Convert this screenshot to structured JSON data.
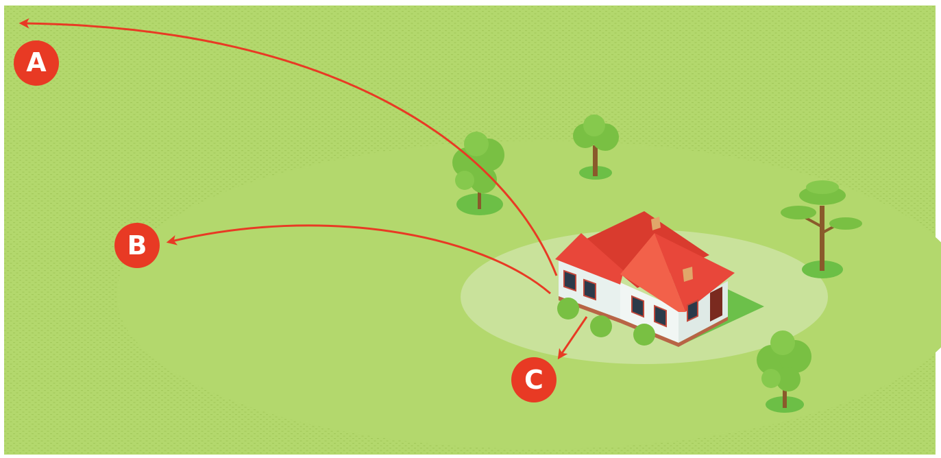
{
  "scene": {
    "colors": {
      "grass_dark": "#a8cf62",
      "grass_mid": "#b3d86d",
      "yard": "#c9e29b",
      "lawn_patch": "#6cc04a",
      "arrow": "#e83a24",
      "roof": "#e8473a",
      "roof_front": "#f2614a",
      "wall": "#f1f6f4",
      "tree": "#79c043",
      "trunk": "#8a5a2b"
    }
  },
  "markers": [
    {
      "id": "A",
      "label": "A"
    },
    {
      "id": "B",
      "label": "B"
    },
    {
      "id": "C",
      "label": "C"
    }
  ]
}
